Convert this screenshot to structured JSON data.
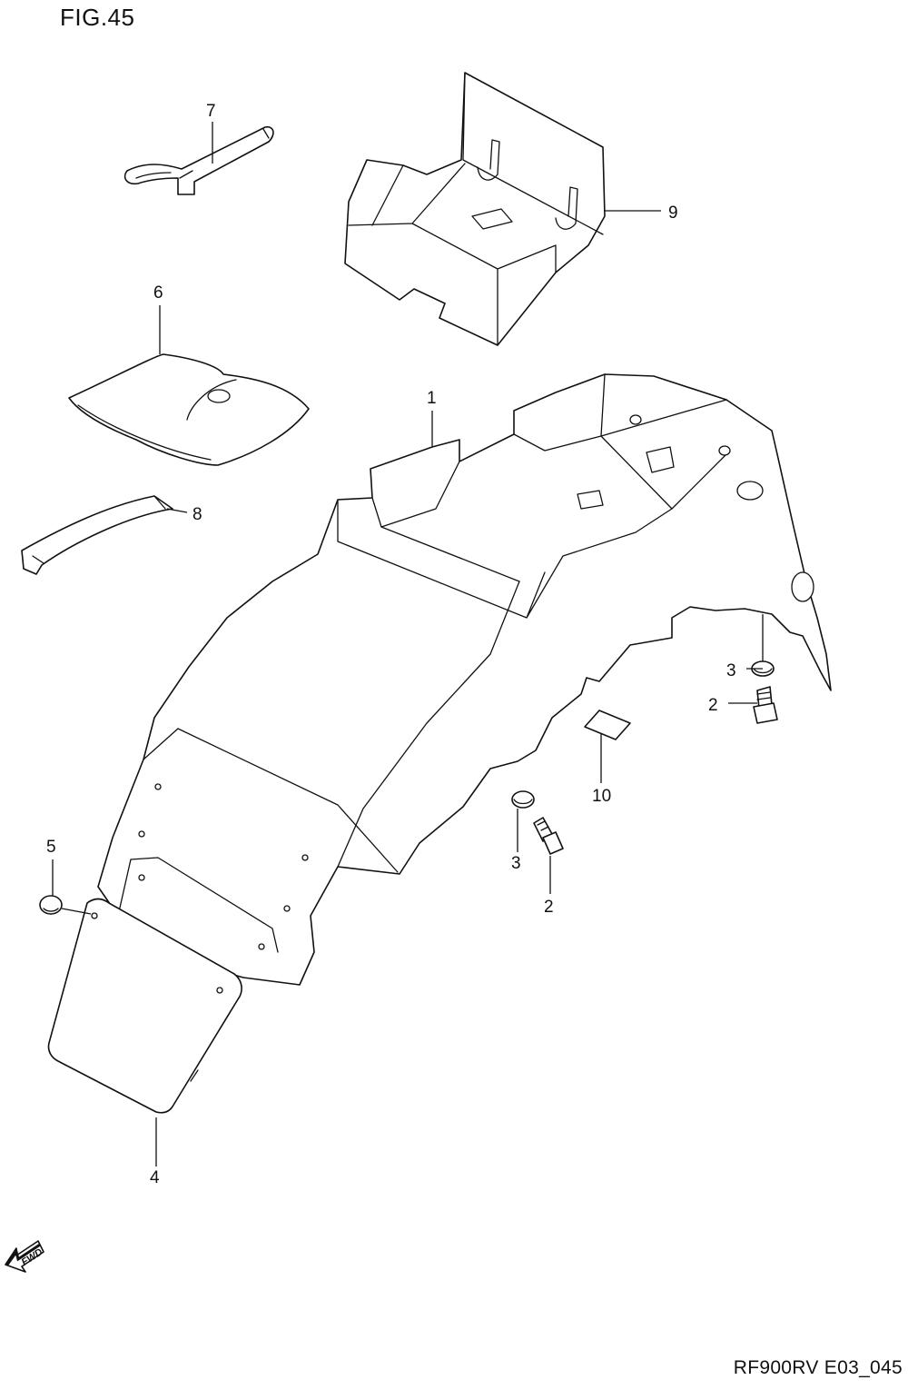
{
  "figure": {
    "title": "FIG.45",
    "code": "RF900RV E03_045"
  },
  "fwd_label": "FWD",
  "callouts": {
    "c1": "1",
    "c2a": "2",
    "c2b": "2",
    "c3a": "3",
    "c3b": "3",
    "c4": "4",
    "c5": "5",
    "c6": "6",
    "c7": "7",
    "c8": "8",
    "c9": "9",
    "c10": "10"
  }
}
